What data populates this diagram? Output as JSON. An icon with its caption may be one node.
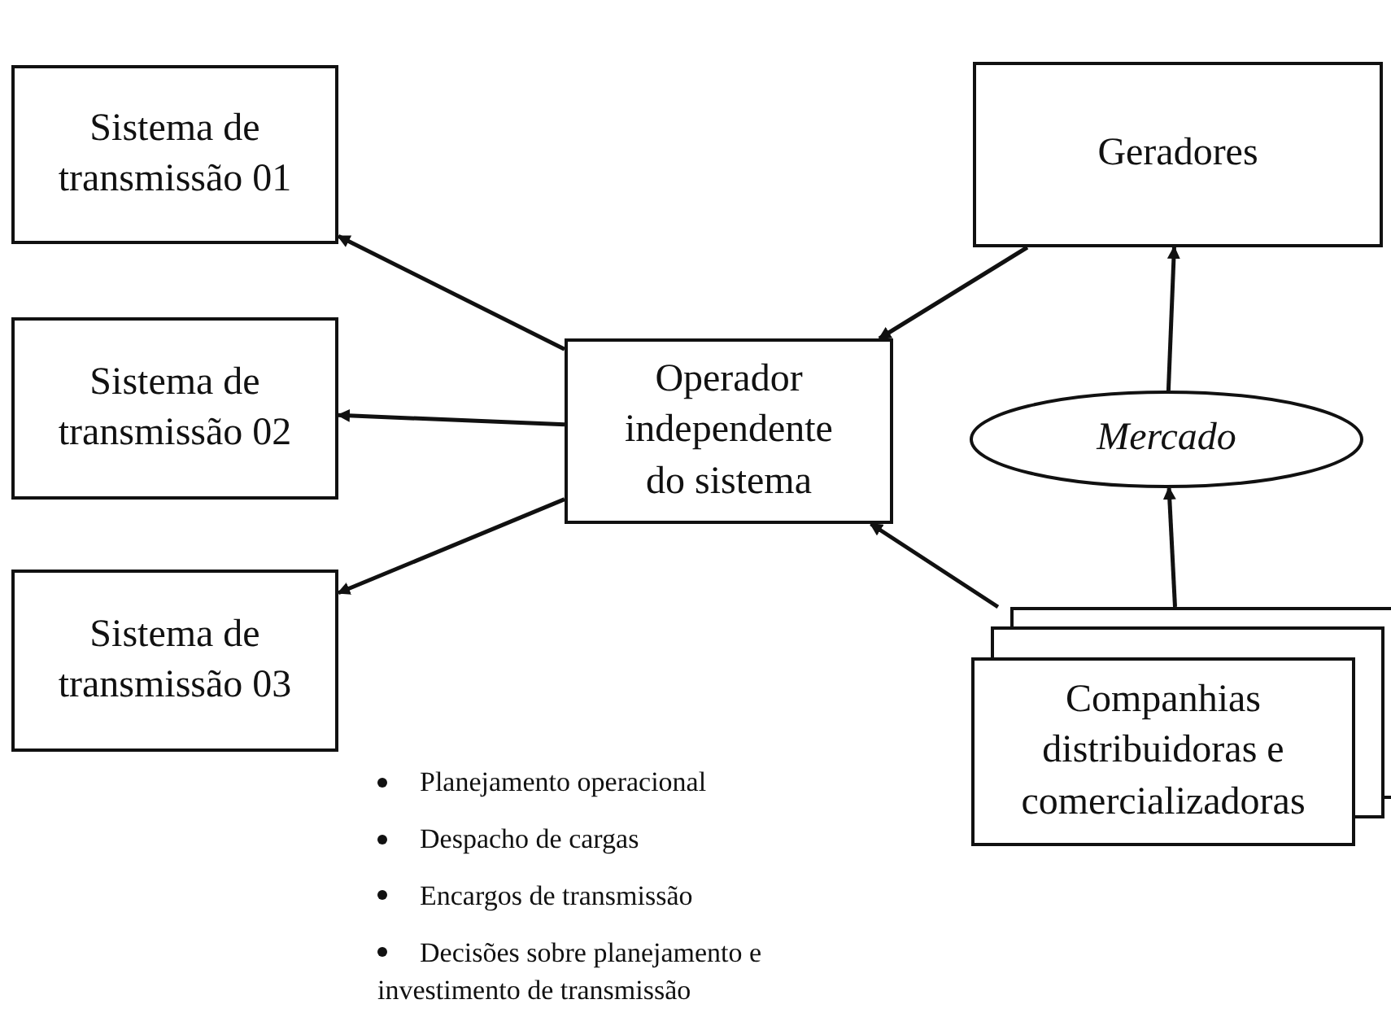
{
  "diagram": {
    "nodes": [
      {
        "text": [
          "Sistema de transmissão 01"
        ]
      },
      {
        "text": [
          "Sistema de transmissão 02"
        ]
      },
      {
        "text": [
          "Sistema de transmissão 03"
        ]
      },
      {
        "text": [
          "Operador independente do sistema"
        ]
      },
      {
        "text": [
          "Geradores"
        ]
      },
      {
        "text": [
          "Mercado"
        ]
      },
      {
        "text": [
          "Companhias distribuidoras e comercializadoras"
        ]
      }
    ],
    "edges": [
      {
        "from": 3,
        "to": 0,
        "arrow": "to"
      },
      {
        "from": 3,
        "to": 1,
        "arrow": "to"
      },
      {
        "from": 3,
        "to": 2,
        "arrow": "to"
      },
      {
        "from": 4,
        "to": 3,
        "arrow": "to"
      },
      {
        "from": 6,
        "to": 3,
        "arrow": "to"
      },
      {
        "from": 6,
        "to": 5,
        "arrow": "to"
      },
      {
        "from": 5,
        "to": 4,
        "arrow": "to"
      }
    ],
    "labels": [
      "Planejamento operacional",
      "Despacho de cargas",
      "Encargos de transmissão",
      "Decisões sobre planejamento e investimento de transmissão"
    ]
  }
}
